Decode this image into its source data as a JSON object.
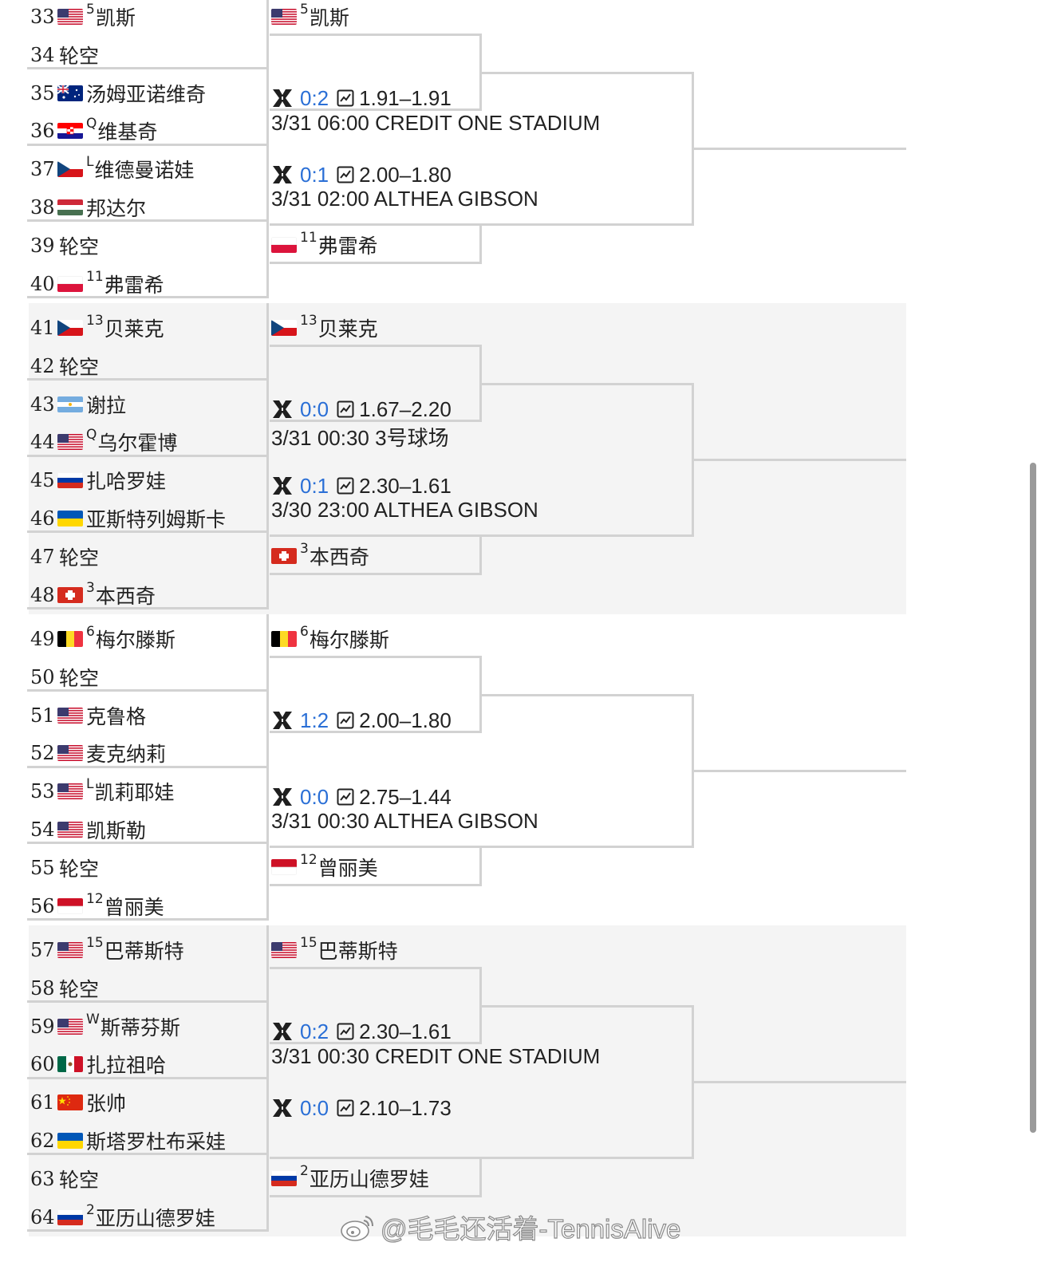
{
  "bracket": {
    "sections": [
      {
        "players": [
          {
            "no": "33",
            "flag": "us",
            "seed": "5",
            "name": "凯斯"
          },
          {
            "no": "34",
            "flag": "",
            "seed": "",
            "name": "轮空"
          },
          {
            "no": "35",
            "flag": "au",
            "seed": "",
            "name": "汤姆亚诺维奇"
          },
          {
            "no": "36",
            "flag": "hr",
            "seed": "Q",
            "name": "维基奇"
          },
          {
            "no": "37",
            "flag": "cz",
            "seed": "L",
            "name": "维德曼诺娃"
          },
          {
            "no": "38",
            "flag": "hu",
            "seed": "",
            "name": "邦达尔"
          },
          {
            "no": "39",
            "flag": "",
            "seed": "",
            "name": "轮空"
          },
          {
            "no": "40",
            "flag": "pl",
            "seed": "11",
            "name": "弗雷希"
          }
        ],
        "top_winner": {
          "flag": "us",
          "seed": "5",
          "name": "凯斯"
        },
        "bottom_winner": {
          "flag": "pl",
          "seed": "11",
          "name": "弗雷希"
        },
        "match1": {
          "score": "0:2",
          "odds": "1.91–1.91",
          "schedule": "3/31 06:00 CREDIT ONE STADIUM"
        },
        "match2": {
          "score": "0:1",
          "odds": "2.00–1.80",
          "schedule": "3/31 02:00 ALTHEA GIBSON"
        }
      },
      {
        "players": [
          {
            "no": "41",
            "flag": "cz",
            "seed": "13",
            "name": "贝莱克"
          },
          {
            "no": "42",
            "flag": "",
            "seed": "",
            "name": "轮空"
          },
          {
            "no": "43",
            "flag": "ar",
            "seed": "",
            "name": "谢拉"
          },
          {
            "no": "44",
            "flag": "us",
            "seed": "Q",
            "name": "乌尔霍博"
          },
          {
            "no": "45",
            "flag": "ru",
            "seed": "",
            "name": "扎哈罗娃"
          },
          {
            "no": "46",
            "flag": "ua",
            "seed": "",
            "name": "亚斯特列姆斯卡"
          },
          {
            "no": "47",
            "flag": "",
            "seed": "",
            "name": "轮空"
          },
          {
            "no": "48",
            "flag": "ch",
            "seed": "3",
            "name": "本西奇"
          }
        ],
        "top_winner": {
          "flag": "cz",
          "seed": "13",
          "name": "贝莱克"
        },
        "bottom_winner": {
          "flag": "ch",
          "seed": "3",
          "name": "本西奇"
        },
        "match1": {
          "score": "0:0",
          "odds": "1.67–2.20",
          "schedule": "3/31 00:30 3号球场"
        },
        "match2": {
          "score": "0:1",
          "odds": "2.30–1.61",
          "schedule": "3/30 23:00 ALTHEA GIBSON"
        }
      },
      {
        "players": [
          {
            "no": "49",
            "flag": "be",
            "seed": "6",
            "name": "梅尔滕斯"
          },
          {
            "no": "50",
            "flag": "",
            "seed": "",
            "name": "轮空"
          },
          {
            "no": "51",
            "flag": "us",
            "seed": "",
            "name": "克鲁格"
          },
          {
            "no": "52",
            "flag": "us",
            "seed": "",
            "name": "麦克纳莉"
          },
          {
            "no": "53",
            "flag": "us",
            "seed": "L",
            "name": "凯莉耶娃"
          },
          {
            "no": "54",
            "flag": "us",
            "seed": "",
            "name": "凯斯勒"
          },
          {
            "no": "55",
            "flag": "",
            "seed": "",
            "name": "轮空"
          },
          {
            "no": "56",
            "flag": "id",
            "seed": "12",
            "name": "曾丽美"
          }
        ],
        "top_winner": {
          "flag": "be",
          "seed": "6",
          "name": "梅尔滕斯"
        },
        "bottom_winner": {
          "flag": "id",
          "seed": "12",
          "name": "曾丽美"
        },
        "match1": {
          "score": "1:2",
          "odds": "2.00–1.80",
          "schedule": ""
        },
        "match2": {
          "score": "0:0",
          "odds": "2.75–1.44",
          "schedule": "3/31 00:30 ALTHEA GIBSON"
        }
      },
      {
        "players": [
          {
            "no": "57",
            "flag": "us",
            "seed": "15",
            "name": "巴蒂斯特"
          },
          {
            "no": "58",
            "flag": "",
            "seed": "",
            "name": "轮空"
          },
          {
            "no": "59",
            "flag": "us",
            "seed": "W",
            "name": "斯蒂芬斯"
          },
          {
            "no": "60",
            "flag": "mx",
            "seed": "",
            "name": "扎拉祖哈"
          },
          {
            "no": "61",
            "flag": "cn",
            "seed": "",
            "name": "张帅"
          },
          {
            "no": "62",
            "flag": "ua",
            "seed": "",
            "name": "斯塔罗杜布采娃"
          },
          {
            "no": "63",
            "flag": "",
            "seed": "",
            "name": "轮空"
          },
          {
            "no": "64",
            "flag": "ru",
            "seed": "2",
            "name": "亚历山德罗娃"
          }
        ],
        "top_winner": {
          "flag": "us",
          "seed": "15",
          "name": "巴蒂斯特"
        },
        "bottom_winner": {
          "flag": "ru",
          "seed": "2",
          "name": "亚历山德罗娃"
        },
        "match1": {
          "score": "0:2",
          "odds": "2.30–1.61",
          "schedule": "3/31 00:30 CREDIT ONE STADIUM"
        },
        "match2": {
          "score": "0:0",
          "odds": "2.10–1.73",
          "schedule": ""
        }
      }
    ]
  },
  "icons": {
    "match_icon": "crossed-rackets-icon",
    "odds_icon": "line-chart-icon"
  },
  "colors": {
    "score": "#2a6fd6",
    "line": "#d2d2d2",
    "band_alt": "#f4f4f4"
  },
  "watermark": {
    "text": "@毛毛还活着-TennisAlive",
    "logo": "weibo-logo-icon"
  }
}
